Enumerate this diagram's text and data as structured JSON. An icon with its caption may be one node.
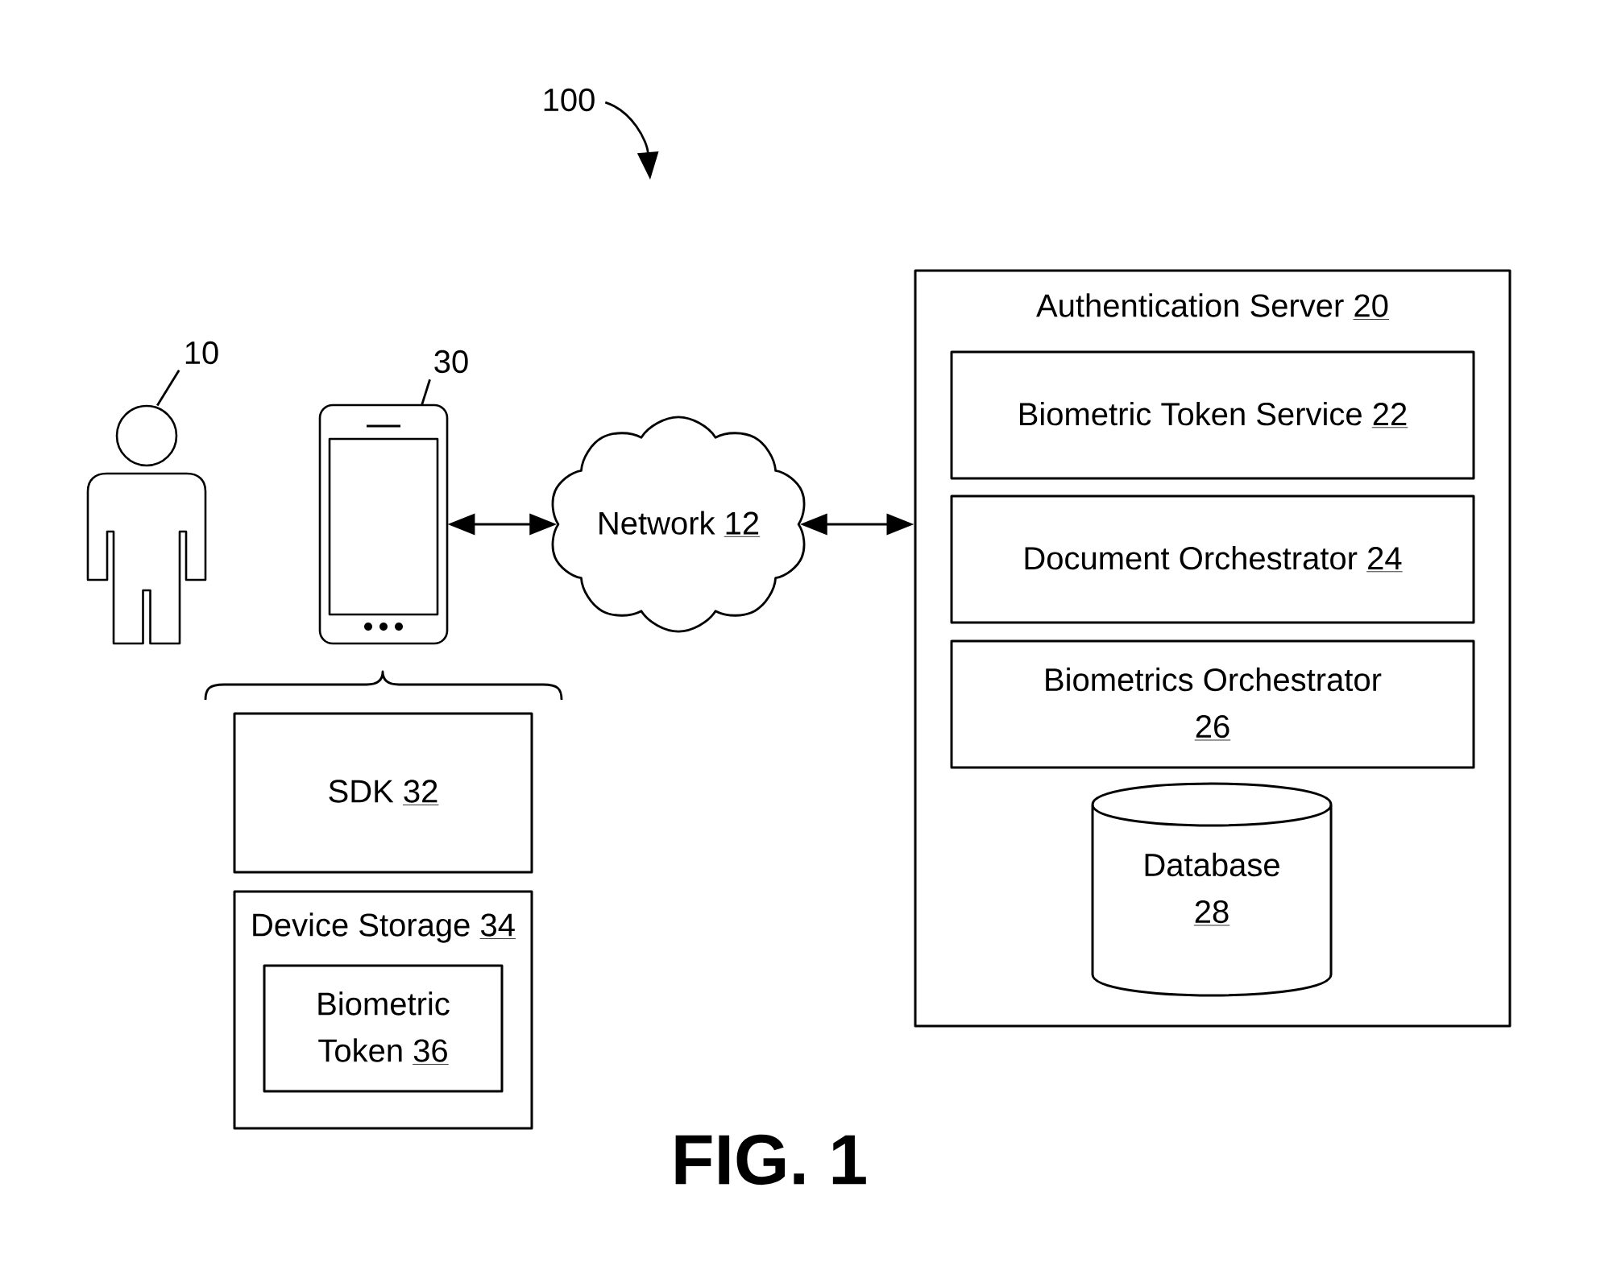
{
  "diagram": {
    "caption": "FIG. 1",
    "nodes": [
      {
        "text": [
          "100"
        ]
      },
      {
        "text": [
          "10"
        ]
      },
      {
        "text": [],
        "shape": "person"
      },
      {
        "text": [
          "30"
        ]
      },
      {
        "text": [],
        "shape": "phone"
      },
      {
        "text": [
          "Network 12"
        ]
      },
      {
        "text": [
          "Authentication Server 20"
        ]
      },
      {
        "text": [
          "Biometric Token Service 22"
        ],
        "in": 6
      },
      {
        "text": [
          "Document Orchestrator 24"
        ],
        "in": 6
      },
      {
        "text": [
          "Biometrics Orchestrator 26"
        ],
        "in": 6
      },
      {
        "text": [
          "Database 28"
        ],
        "in": 6
      },
      {
        "text": [
          "SDK 32"
        ]
      },
      {
        "text": [
          "Device Storage 34"
        ]
      },
      {
        "text": [
          "Biometric Token 36"
        ],
        "in": 12
      }
    ],
    "edges": [
      {
        "from": 0,
        "to": null,
        "arrow": "to"
      },
      {
        "from": 1,
        "to": 2,
        "arrow": "none"
      },
      {
        "from": 3,
        "to": 4,
        "arrow": "none"
      },
      {
        "from": 4,
        "to": 5,
        "arrow": "both"
      },
      {
        "from": 5,
        "to": 6,
        "arrow": "both"
      }
    ]
  }
}
